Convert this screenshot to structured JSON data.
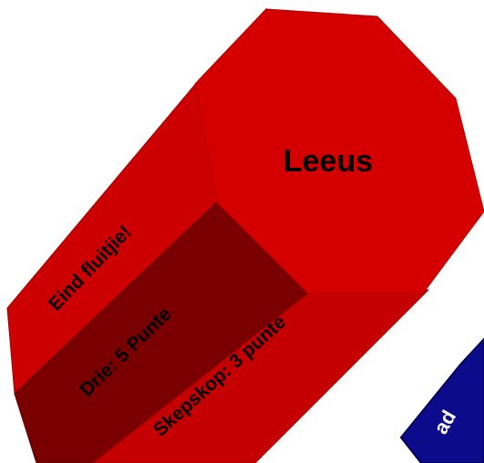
{
  "shape": {
    "top_face_label": "Leeus",
    "side_labels": {
      "upper_left_face": "Eind fluitjie!",
      "front_dark_face": "Drie: 5 Punte",
      "lower_face": "Skepskop: 3 punte"
    },
    "colors": {
      "top_face": "#d40000",
      "upper_side": "#cc0000",
      "dark_side": "#7a0000",
      "lower_side": "#c40000",
      "edge": "#a00000",
      "blue_object": "#0b0b8c"
    }
  },
  "partial_blue_object": {
    "visible_text": "ad"
  }
}
